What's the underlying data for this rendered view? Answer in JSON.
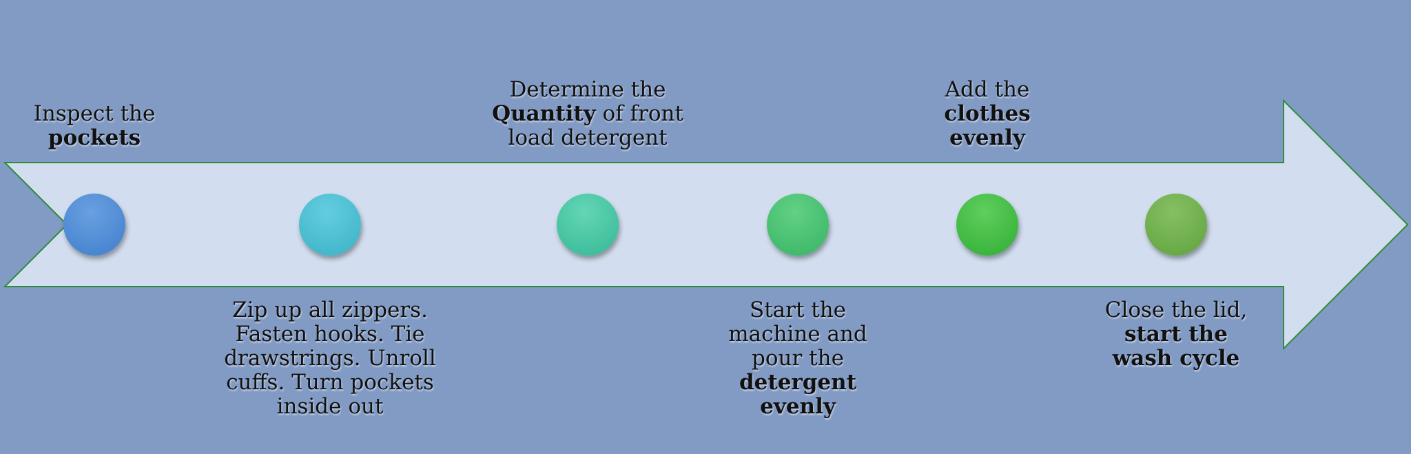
{
  "colors": {
    "background": "#829bc4",
    "arrow_fill": "#d2deef",
    "arrow_stroke": "#2e8b3a"
  },
  "steps": [
    {
      "id": "inspect-pockets",
      "position": "top",
      "color_top": "#6a9fe0",
      "color_bottom": "#3f7fcc",
      "parts": [
        {
          "t": "Inspect the",
          "b": false
        },
        {
          "t": "\n",
          "b": false
        },
        {
          "t": "pockets",
          "b": true
        }
      ]
    },
    {
      "id": "zip-up",
      "position": "bottom",
      "color_top": "#63cde0",
      "color_bottom": "#3ab2c4",
      "parts": [
        {
          "t": "Zip up all zippers.",
          "b": false
        },
        {
          "t": "\n",
          "b": false
        },
        {
          "t": "Fasten hooks. Tie",
          "b": false
        },
        {
          "t": "\n",
          "b": false
        },
        {
          "t": "drawstrings. Unroll",
          "b": false
        },
        {
          "t": "\n",
          "b": false
        },
        {
          "t": "cuffs. Turn pockets",
          "b": false
        },
        {
          "t": "\n",
          "b": false
        },
        {
          "t": "inside out",
          "b": false
        }
      ]
    },
    {
      "id": "determine-quantity",
      "position": "top",
      "color_top": "#63d6b6",
      "color_bottom": "#35b894",
      "parts": [
        {
          "t": "Determine the",
          "b": false
        },
        {
          "t": "\n",
          "b": false
        },
        {
          "t": "Quantity",
          "b": true
        },
        {
          "t": " of front",
          "b": false
        },
        {
          "t": "\n",
          "b": false
        },
        {
          "t": "load detergent",
          "b": false
        }
      ]
    },
    {
      "id": "start-machine",
      "position": "bottom",
      "color_top": "#62d086",
      "color_bottom": "#37b462",
      "parts": [
        {
          "t": "Start the",
          "b": false
        },
        {
          "t": "\n",
          "b": false
        },
        {
          "t": "machine and",
          "b": false
        },
        {
          "t": "\n",
          "b": false
        },
        {
          "t": "pour the",
          "b": false
        },
        {
          "t": "\n",
          "b": false
        },
        {
          "t": "detergent",
          "b": true
        },
        {
          "t": "\n",
          "b": false
        },
        {
          "t": "evenly",
          "b": true
        }
      ]
    },
    {
      "id": "add-clothes",
      "position": "top",
      "color_top": "#5fce5c",
      "color_bottom": "#2fae34",
      "parts": [
        {
          "t": "Add the",
          "b": false
        },
        {
          "t": "\n",
          "b": false
        },
        {
          "t": "clothes",
          "b": true
        },
        {
          "t": "\n",
          "b": false
        },
        {
          "t": "evenly",
          "b": true
        }
      ]
    },
    {
      "id": "close-lid",
      "position": "bottom",
      "color_top": "#86c064",
      "color_bottom": "#5fa23c",
      "parts": [
        {
          "t": "Close the lid,",
          "b": false
        },
        {
          "t": "\n",
          "b": false
        },
        {
          "t": "start the",
          "b": true
        },
        {
          "t": "\n",
          "b": false
        },
        {
          "t": "wash cycle",
          "b": true
        }
      ]
    }
  ]
}
